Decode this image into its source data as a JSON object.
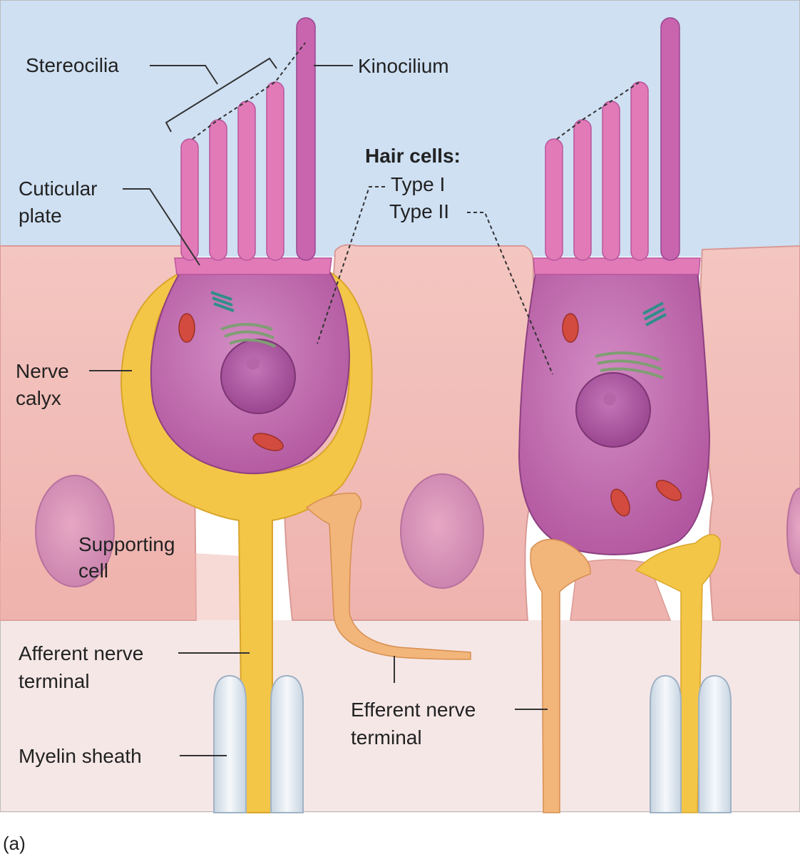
{
  "labels": {
    "stereocilia": "Stereocilia",
    "kinocilium": "Kinocilium",
    "hair_cells_heading": "Hair cells:",
    "type_one": "Type I",
    "type_two": "Type II",
    "cuticular_plate_line1": "Cuticular",
    "cuticular_plate_line2": "plate",
    "nerve_calyx_line1": "Nerve",
    "nerve_calyx_line2": "calyx",
    "supporting_cell_line1": "Supporting",
    "supporting_cell_line2": "cell",
    "afferent_line1": "Afferent nerve",
    "afferent_line2": "terminal",
    "efferent_line1": "Efferent nerve",
    "efferent_line2": "terminal",
    "myelin_sheath": "Myelin sheath",
    "panel_letter": "(a)"
  },
  "colors": {
    "fluid_background": "#cfe0f3",
    "supporting_cell": "#f2bdb8",
    "hair_cell_body": "#c46fb3",
    "cilia": "#e27ab8",
    "nucleus": "#a54d98",
    "afferent_nerve": "#f4c648",
    "efferent_nerve": "#f2b57a",
    "myelin": "#dfe8f0",
    "mitochondria": "#d24b3e"
  }
}
